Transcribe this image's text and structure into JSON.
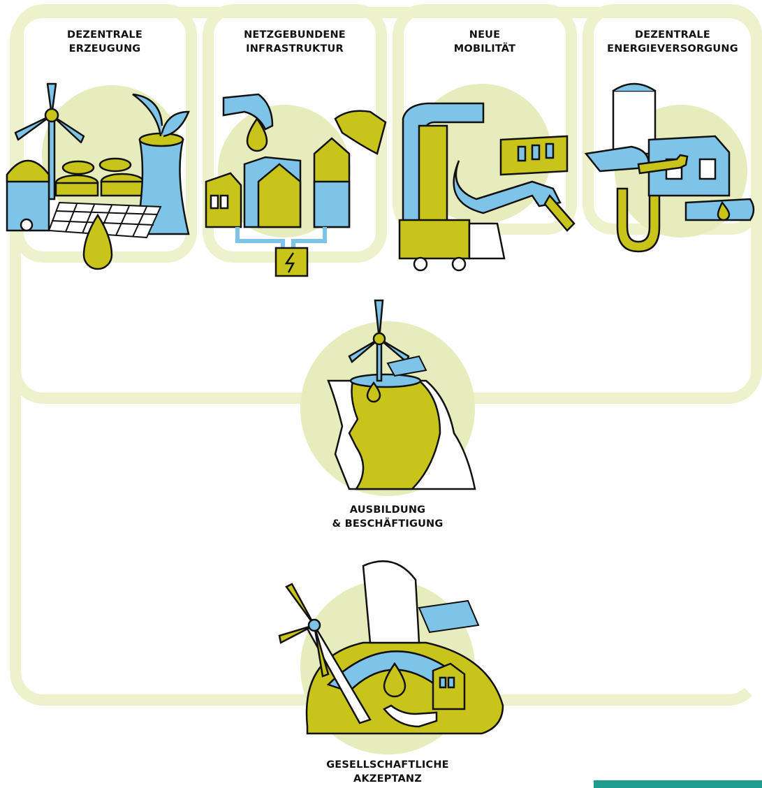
{
  "colors": {
    "frame": "#eef2cc",
    "bubble": "#e6ecbc",
    "blue": "#7ec4e8",
    "yellow": "#c8c41a",
    "outline": "#111111",
    "accent_bar": "#1e9c8e"
  },
  "panels": [
    {
      "id": "dezentrale-erzeugung",
      "line1": "DEZENTRALE",
      "line2": "ERZEUGUNG"
    },
    {
      "id": "netzgebundene-infrastruktur",
      "line1": "NETZGEBUNDENE",
      "line2": "INFRASTRUKTUR"
    },
    {
      "id": "neue-mobilitaet",
      "line1": "NEUE",
      "line2": "MOBILITÄT"
    },
    {
      "id": "dezentrale-energieversorgung",
      "line1": "DEZENTRALE",
      "line2": "ENERGIEVERSORGUNG"
    }
  ],
  "center": {
    "line1": "AUSBILDUNG",
    "line2": "& BESCHÄFTIGUNG"
  },
  "bottom": {
    "line1": "GESELLSCHAFTLICHE",
    "line2": "AKZEPTANZ"
  },
  "icons": [
    "wind-turbine-icon",
    "biogas-tank-icon",
    "cooling-tower-icon",
    "solar-panel-icon",
    "oil-drop-icon",
    "hand-icon",
    "house-icon",
    "power-box-icon",
    "gas-station-icon",
    "fuel-nozzle-icon",
    "tram-icon",
    "truck-icon",
    "pipe-icon",
    "wrench-icon",
    "gas-bottle-icon",
    "head-icon",
    "person-icon"
  ]
}
